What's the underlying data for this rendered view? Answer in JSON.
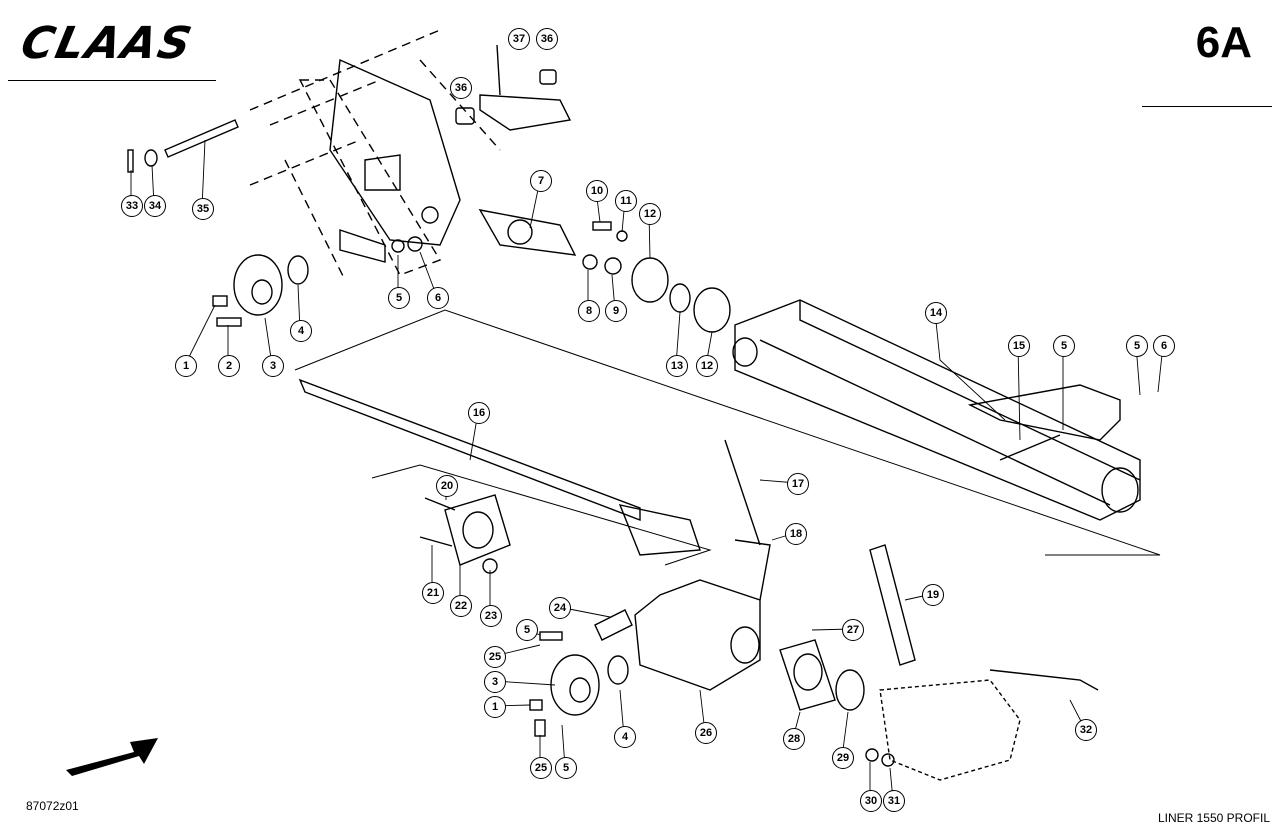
{
  "header": {
    "brand": "CLAAS",
    "sheet": "6A"
  },
  "footer": {
    "drawing_number": "87072z01",
    "model": "LINER 1550 PROFIL"
  },
  "callouts": [
    "37",
    "36",
    "36",
    "33",
    "34",
    "35",
    "7",
    "10",
    "11",
    "12",
    "8",
    "9",
    "1",
    "2",
    "3",
    "4",
    "5",
    "6",
    "13",
    "12",
    "14",
    "15",
    "5",
    "5",
    "6",
    "16",
    "17",
    "18",
    "19",
    "20",
    "21",
    "22",
    "23",
    "24",
    "5",
    "25",
    "3",
    "1",
    "4",
    "26",
    "25",
    "5",
    "27",
    "28",
    "29",
    "30",
    "31",
    "32"
  ],
  "colors": {
    "ink": "#000000",
    "paper": "#ffffff"
  }
}
